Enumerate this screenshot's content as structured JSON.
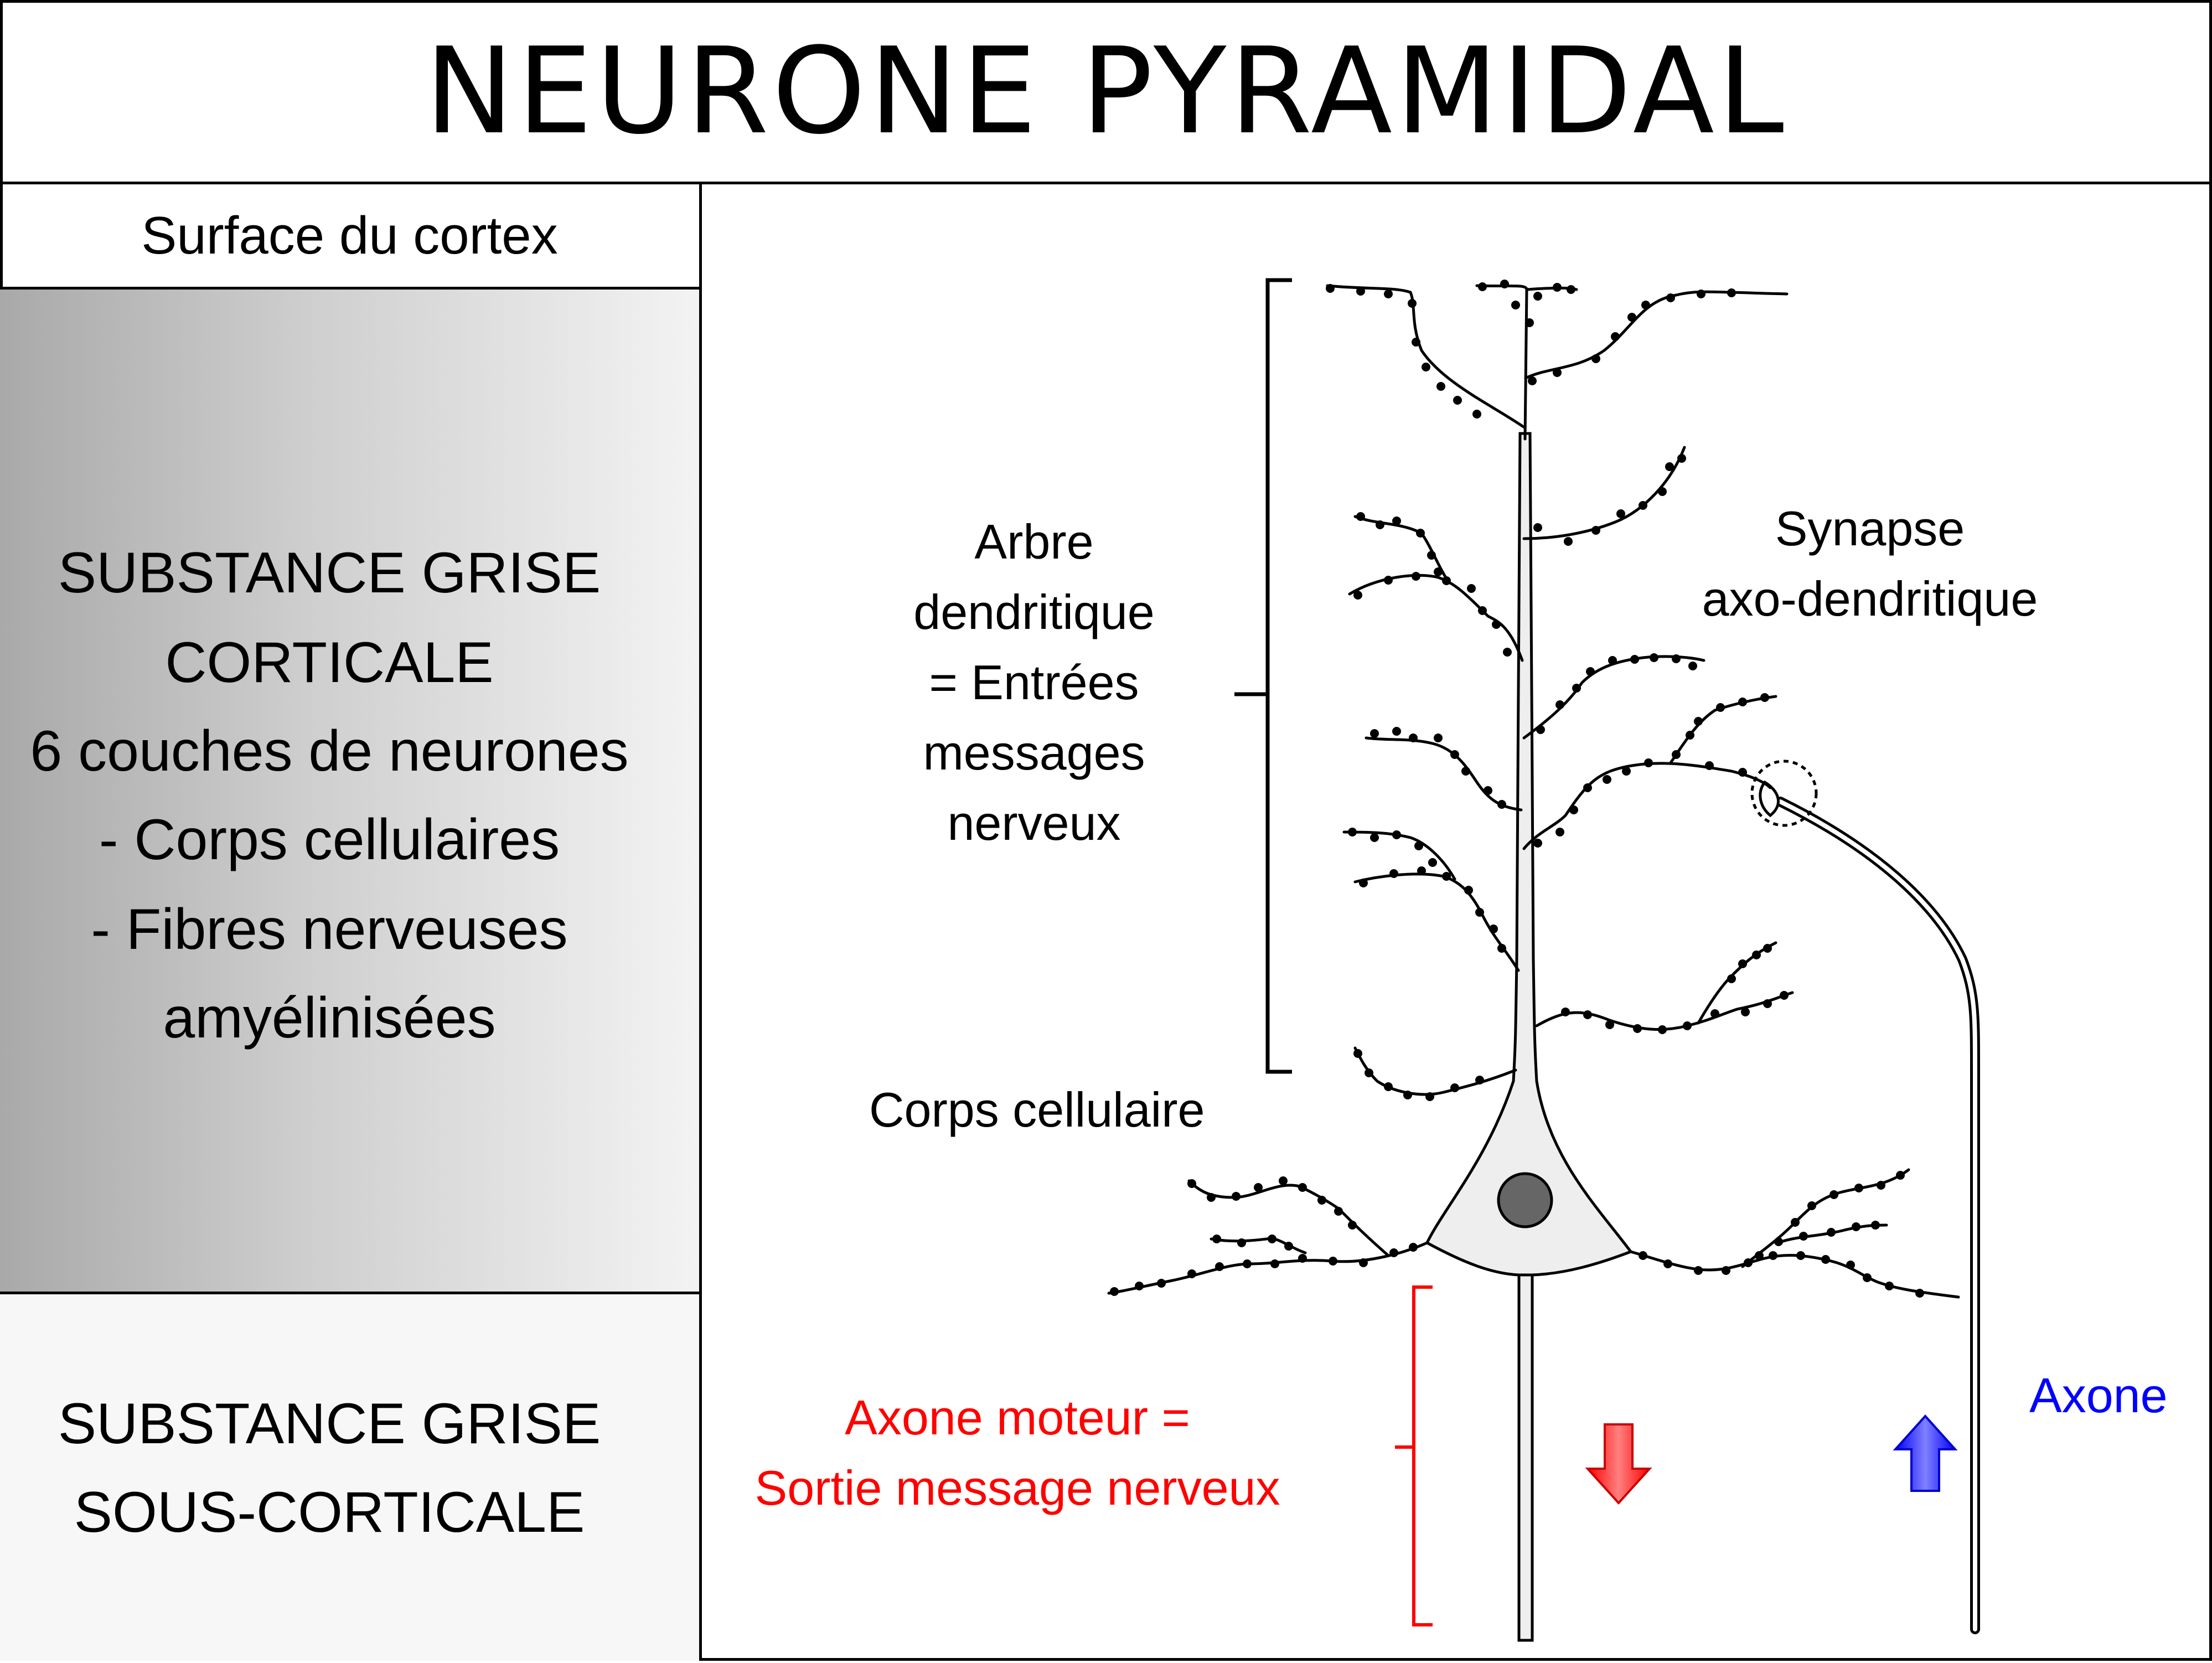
{
  "title": "NEURONE PYRAMIDAL",
  "left_panel": {
    "surface_label": "Surface du cortex",
    "grey_matter_lines": [
      "SUBSTANCE GRISE",
      "CORTICALE",
      "6 couches de neurones",
      "- Corps cellulaires",
      "- Fibres nerveuses",
      "amyélinisées"
    ],
    "subcortical_lines": [
      "SUBSTANCE GRISE",
      "SOUS-CORTICALE"
    ]
  },
  "diagram": {
    "dendritic_tree_lines": [
      "Arbre",
      "dendritique",
      "= Entrées",
      "messages",
      "nerveux"
    ],
    "synapse_lines": [
      "Synapse",
      "axo-dendritique"
    ],
    "cell_body_label": "Corps cellulaire",
    "motor_axon_lines": [
      "Axone moteur =",
      "Sortie message nerveux"
    ],
    "axon_label": "Axone",
    "colors": {
      "motor_axon": "#ff0000",
      "axon": "#0000ff",
      "cell_body_fill": "#eeeeee",
      "nucleus_fill": "#666666"
    }
  }
}
